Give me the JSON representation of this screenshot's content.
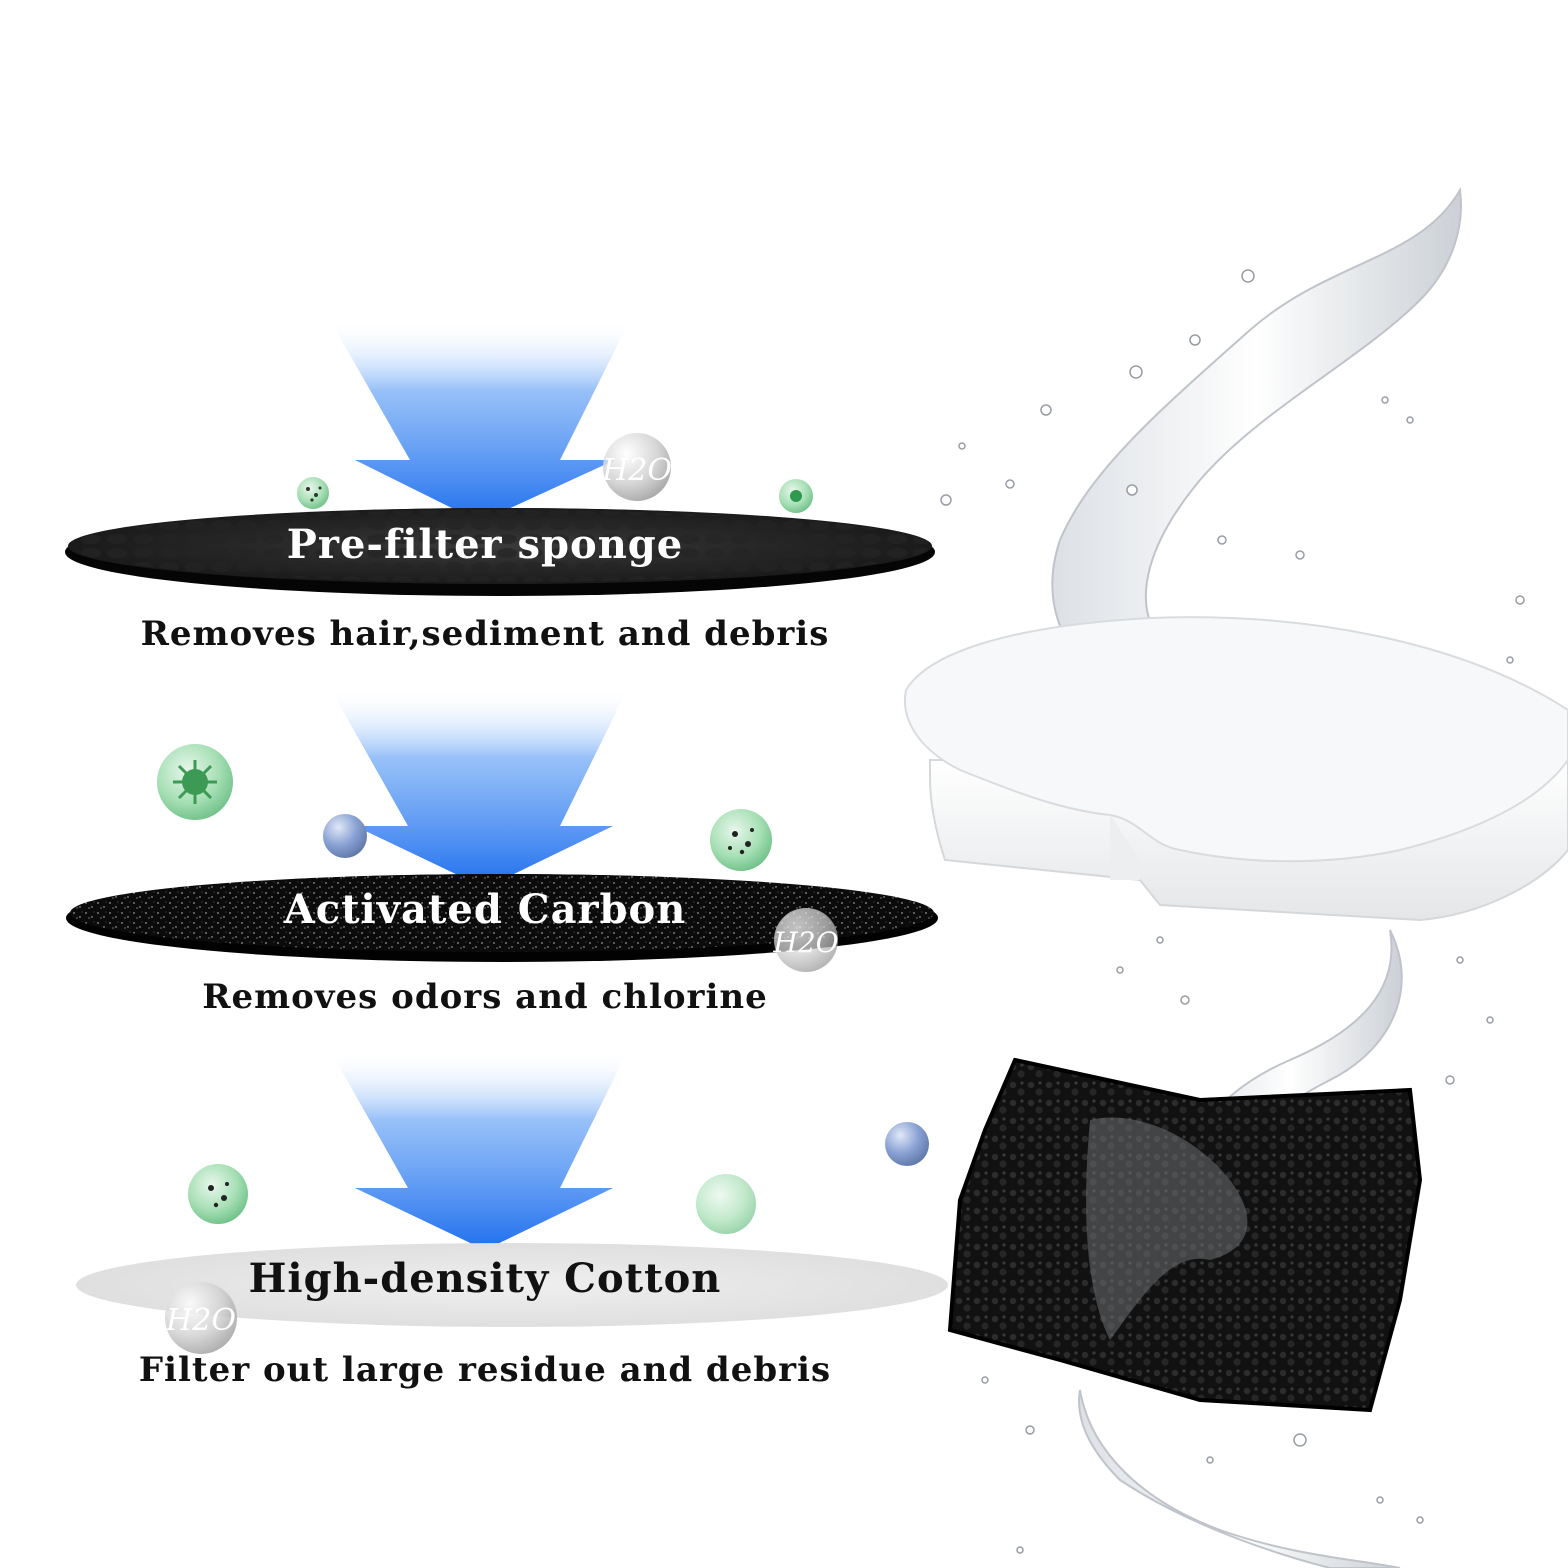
{
  "colors": {
    "arrow": "#2f7cf0",
    "sponge": "#1a1a1a",
    "carbon": "#0d0d0d",
    "cotton": "#e6e6e6",
    "bacteria_green": "#8fd3a4",
    "ball_blue": "#7f97c9"
  },
  "layers": [
    {
      "title": "Pre-filter sponge",
      "description": "Removes hair,sediment and debris"
    },
    {
      "title": "Activated Carbon",
      "description": "Removes odors and chlorine"
    },
    {
      "title": "High-density Cotton",
      "description": "Filter out large residue and debris"
    }
  ],
  "molecule_label": "H2O"
}
